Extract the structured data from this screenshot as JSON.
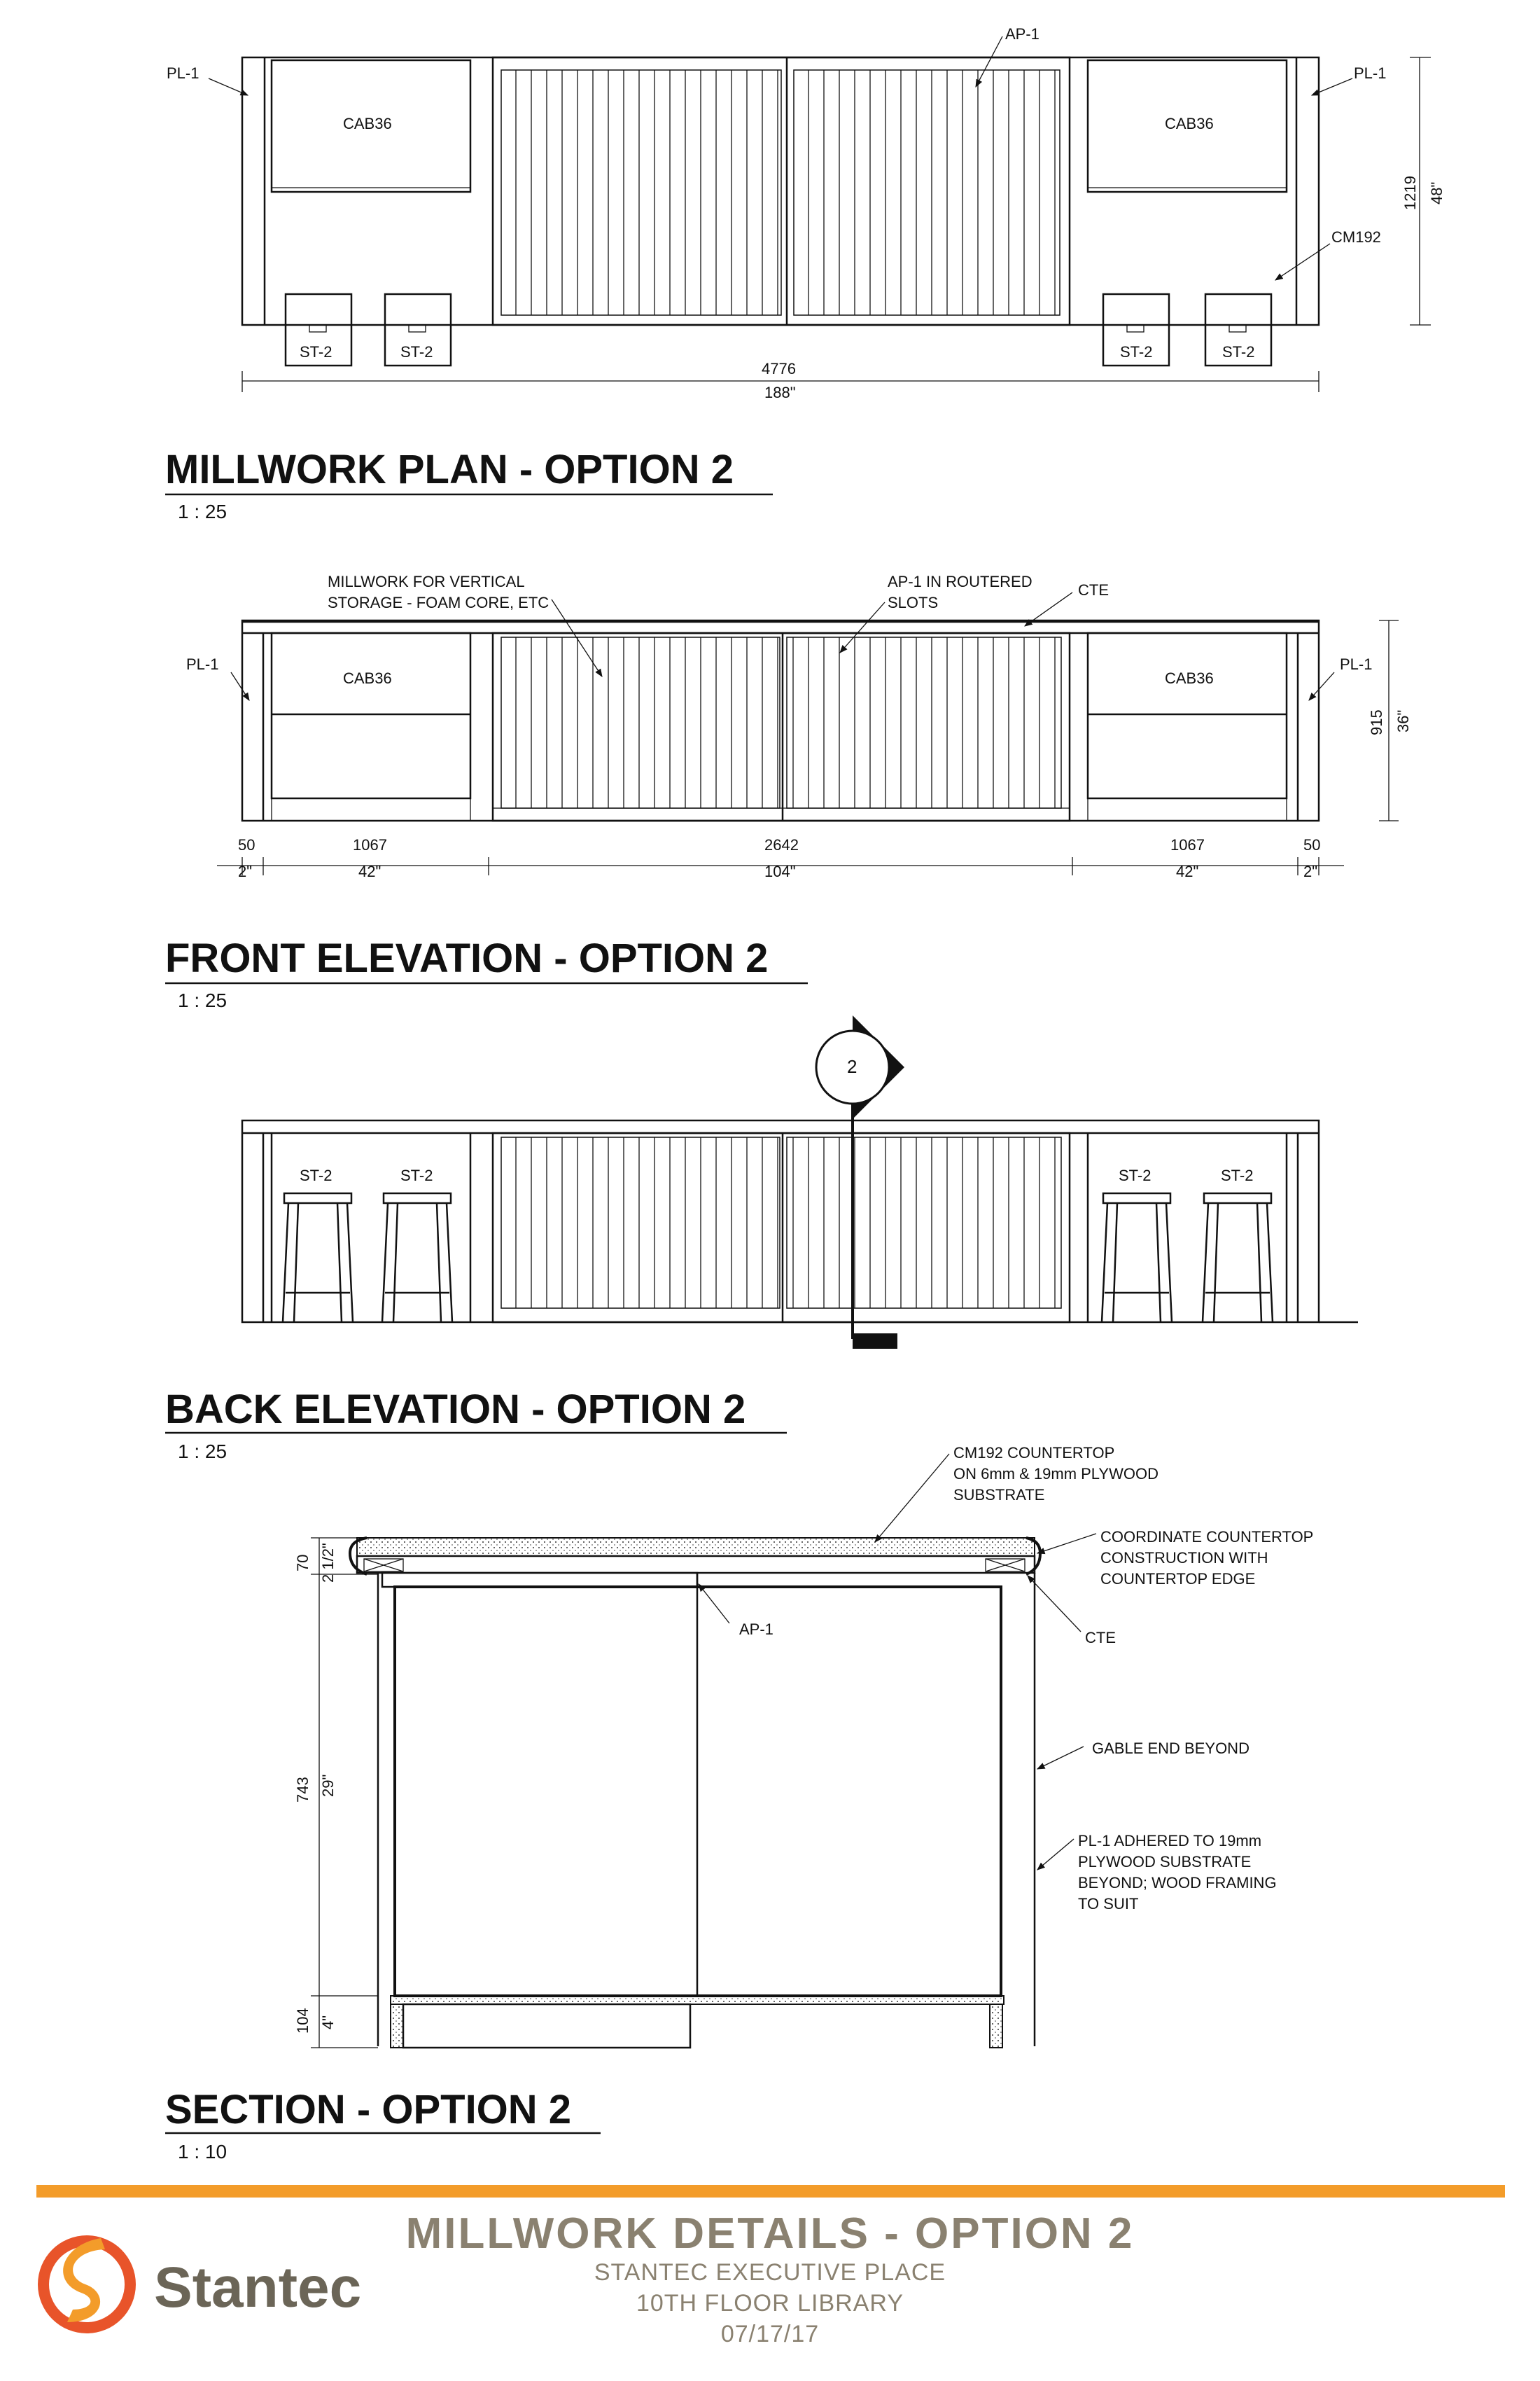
{
  "plan": {
    "title": "MILLWORK PLAN - OPTION 2",
    "scale": "1 : 25",
    "labels": {
      "pl_left": "PL-1",
      "pl_right": "PL-1",
      "ap": "AP-1",
      "cab_left": "CAB36",
      "cab_right": "CAB36",
      "cm": "CM192",
      "st1": "ST-2",
      "st2": "ST-2",
      "st3": "ST-2",
      "st4": "ST-2"
    },
    "dims": {
      "width_mm": "4776",
      "width_in": "188\"",
      "depth_mm": "1219",
      "depth_in": "48\""
    }
  },
  "front": {
    "title": "FRONT ELEVATION - OPTION 2",
    "scale": "1 : 25",
    "labels": {
      "note_storage_1": "MILLWORK FOR VERTICAL",
      "note_storage_2": "STORAGE - FOAM CORE, ETC",
      "note_ap_1": "AP-1 IN ROUTERED",
      "note_ap_2": "SLOTS",
      "cte": "CTE",
      "pl_left": "PL-1",
      "pl_right": "PL-1",
      "cab_left": "CAB36",
      "cab_right": "CAB36"
    },
    "dims": {
      "d1_mm": "50",
      "d1_in": "2\"",
      "d2_mm": "1067",
      "d2_in": "42\"",
      "d3_mm": "2642",
      "d3_in": "104\"",
      "d4_mm": "1067",
      "d4_in": "42\"",
      "d5_mm": "50",
      "d5_in": "2\"",
      "height_mm": "915",
      "height_in": "36\""
    }
  },
  "back": {
    "title": "BACK ELEVATION - OPTION 2",
    "scale": "1 : 25",
    "section_marker": "2",
    "labels": {
      "st1": "ST-2",
      "st2": "ST-2",
      "st3": "ST-2",
      "st4": "ST-2"
    }
  },
  "section": {
    "title": "SECTION - OPTION 2",
    "scale": "1 : 10",
    "notes": {
      "cm1": "CM192 COUNTERTOP",
      "cm2": "ON 6mm & 19mm PLYWOOD",
      "cm3": "SUBSTRATE",
      "co1": "COORDINATE COUNTERTOP",
      "co2": "CONSTRUCTION WITH",
      "co3": "COUNTERTOP EDGE",
      "ap": "AP-1",
      "cte": "CTE",
      "gable": "GABLE END BEYOND",
      "pl1": "PL-1 ADHERED TO 19mm",
      "pl2": "PLYWOOD SUBSTRATE",
      "pl3": "BEYOND; WOOD FRAMING",
      "pl4": "TO SUIT"
    },
    "dims": {
      "top_mm": "70",
      "top_in": "2 1/2\"",
      "mid_mm": "743",
      "mid_in": "29\"",
      "bot_mm": "104",
      "bot_in": "4\""
    }
  },
  "title_block": {
    "title": "MILLWORK DETAILS - OPTION 2",
    "line1": "STANTEC EXECUTIVE PLACE",
    "line2": "10TH FLOOR LIBRARY",
    "line3": "07/17/17",
    "brand": "Stantec",
    "accent_color": "#f39c2a",
    "text_color": "#8a8170",
    "logo_color": "#e8542a"
  }
}
